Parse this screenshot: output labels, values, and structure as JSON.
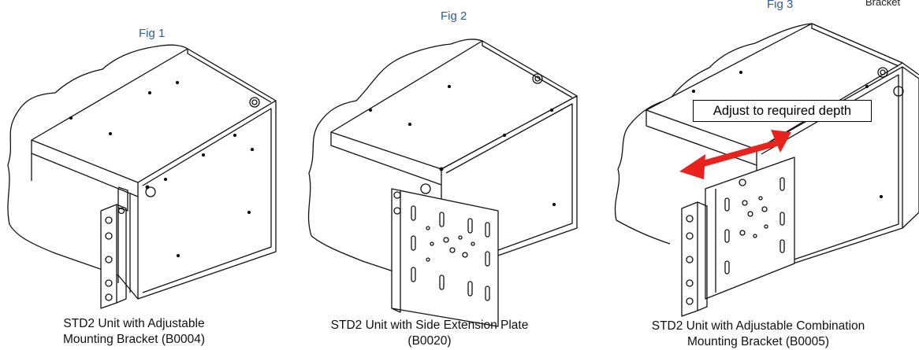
{
  "top_right_label": "Bracket",
  "figures": [
    {
      "label": "Fig 1",
      "caption_line1": "STD2 Unit with Adjustable",
      "caption_line2": "Mounting Bracket (B0004)"
    },
    {
      "label": "Fig 2",
      "caption_line1": "STD2 Unit with Side Extension Plate",
      "caption_line2": "(B0020)"
    },
    {
      "label": "Fig 3",
      "caption_line1": "STD2 Unit with Adjustable Combination",
      "caption_line2": "Mounting Bracket (B0005)"
    }
  ],
  "callout": {
    "text": "Adjust to required depth",
    "arrow_color": "#e8231d"
  },
  "colors": {
    "line": "#111111",
    "label": "#2e5d8e"
  }
}
